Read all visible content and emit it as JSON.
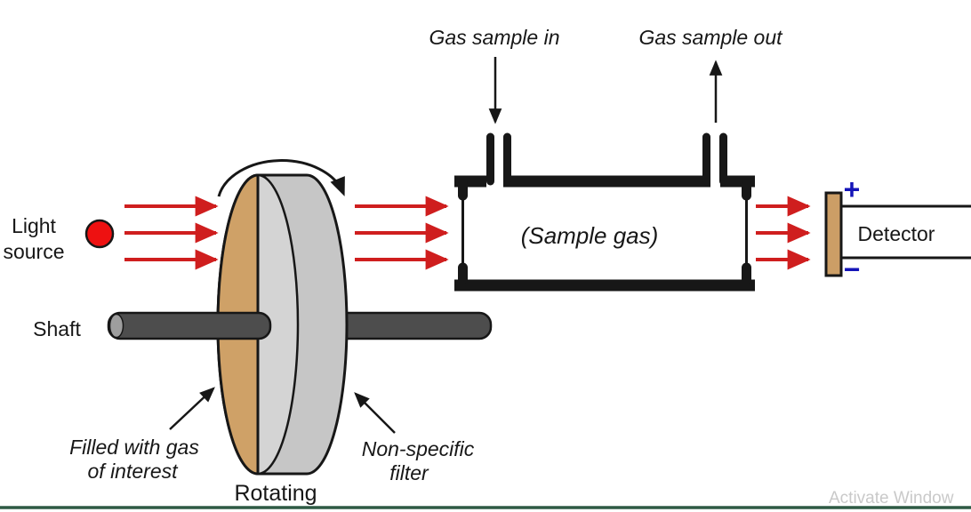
{
  "colors": {
    "ink": "#171717",
    "arrow_red": "#cf1e1e",
    "light_source_red": "#ee1111",
    "wheel_tan": "#cfa167",
    "wheel_gray": "#c6c6c6",
    "wheel_gray_front": "#d4d4d4",
    "shaft_gray": "#4d4d4d",
    "shaft_cap_gray": "#9e9e9e",
    "detector_tan": "#cc9e66",
    "polarity_blue": "#1414b8",
    "watermark_gray": "#c9c9c9",
    "bottom_line_green": "#2e5a44"
  },
  "labels": {
    "light_source_line1": "Light",
    "light_source_line2": "source",
    "shaft": "Shaft",
    "filled_line1": "Filled with gas",
    "filled_line2": "of interest",
    "rotating": "Rotating",
    "nonspecific_line1": "Non-specific",
    "nonspecific_line2": "filter",
    "gas_in": "Gas sample in",
    "gas_out": "Gas sample out",
    "sample_gas": "(Sample gas)",
    "detector": "Detector",
    "plus": "+",
    "minus": "−"
  },
  "watermark": "Activate Window"
}
